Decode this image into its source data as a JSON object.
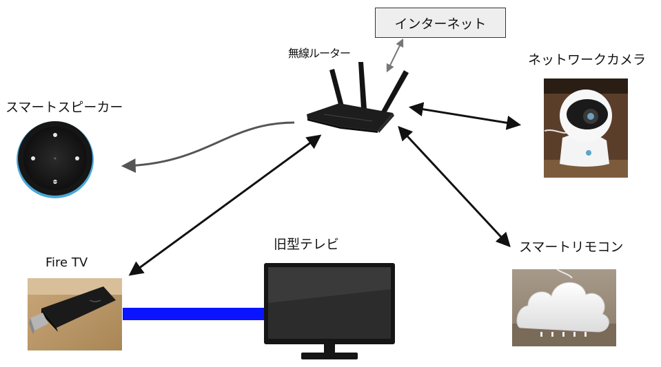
{
  "nodes": {
    "internet": {
      "label": "インターネット"
    },
    "router": {
      "label": "無線ルーター"
    },
    "camera": {
      "label": "ネットワークカメラ"
    },
    "speaker": {
      "label": "スマートスピーカー"
    },
    "firetv": {
      "label": "Fire TV"
    },
    "tv": {
      "label": "旧型テレビ"
    },
    "remote": {
      "label": "スマートリモコン"
    }
  },
  "colors": {
    "link": "#111111",
    "link_gray": "#555555",
    "link_internet": "#777777",
    "hdmi": "#0a14ff",
    "device_dark": "#1b1b1b",
    "speaker_ring": "#4aa8d8"
  },
  "icons": [
    "router-icon",
    "camera-icon",
    "speaker-icon",
    "firetv-icon",
    "tv-icon",
    "remote-icon"
  ]
}
